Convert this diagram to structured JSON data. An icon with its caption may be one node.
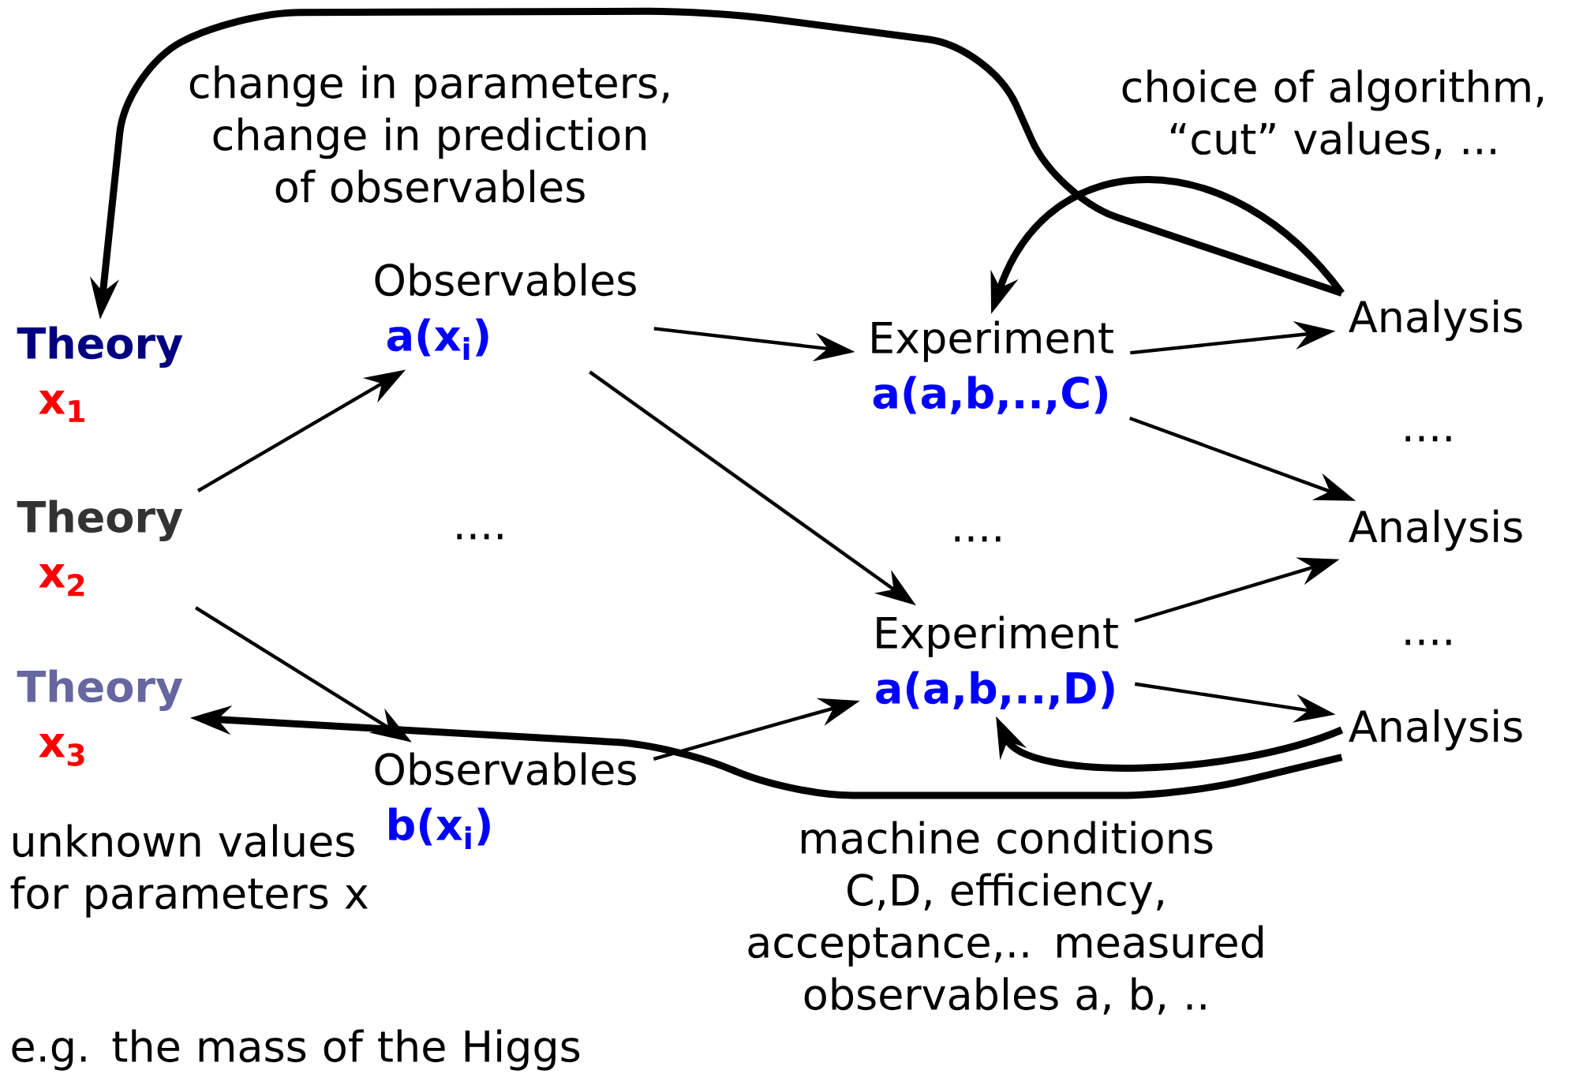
{
  "diagram": {
    "nodes": [
      {
        "text": [
          "Theory",
          "x$_{1}$"
        ]
      },
      {
        "text": [
          "Theory",
          "x$_{2}$"
        ]
      },
      {
        "text": [
          "Theory",
          "x$_{3}$"
        ]
      },
      {
        "text": [
          "Observables",
          "a(x$_{i}$)"
        ]
      },
      {
        "text": [
          "Observables",
          "b(x$_{i}$)"
        ]
      },
      {
        "text": [
          "Experiment",
          "a(a,b,..,C)"
        ]
      },
      {
        "text": [
          "Experiment",
          "a(a,b,..,D)"
        ]
      },
      {
        "text": [
          "Analysis"
        ]
      },
      {
        "text": [
          "Analysis"
        ]
      },
      {
        "text": [
          "Analysis"
        ]
      }
    ],
    "edges": [
      {
        "from": 1,
        "to": 3,
        "arrow": "to"
      },
      {
        "from": 1,
        "to": 4,
        "arrow": "to"
      },
      {
        "from": 3,
        "to": 5,
        "arrow": "to"
      },
      {
        "from": 3,
        "to": 6,
        "arrow": "to"
      },
      {
        "from": 4,
        "to": 6,
        "arrow": "to"
      },
      {
        "from": 5,
        "to": 7,
        "arrow": "to"
      },
      {
        "from": 5,
        "to": 8,
        "arrow": "to"
      },
      {
        "from": 6,
        "to": 8,
        "arrow": "to"
      },
      {
        "from": 6,
        "to": 9,
        "arrow": "to"
      },
      {
        "from": 7,
        "to": 0,
        "arrow": "to",
        "style": "thick"
      },
      {
        "from": 7,
        "to": 5,
        "arrow": "to",
        "style": "thick"
      },
      {
        "from": 9,
        "to": 2,
        "arrow": "to",
        "style": "thick"
      },
      {
        "from": 9,
        "to": 6,
        "arrow": "to",
        "style": "thick"
      }
    ],
    "labels": [
      "change in parameters, change in prediction of observables",
      "choice of algorithm, “cut” values, ...",
      "....",
      "....",
      "....",
      "....",
      "unknown values for parameters x",
      "e.g. the mass of the Higgs",
      "machine conditions C,D, efficiency, acceptance,.. measured observables a, b, .."
    ]
  }
}
